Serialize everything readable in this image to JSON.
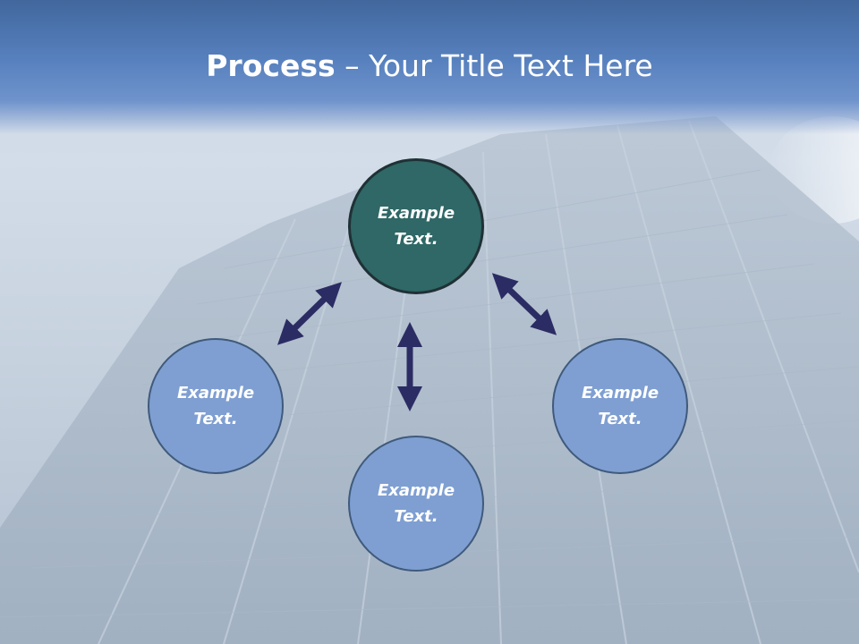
{
  "slide": {
    "title_bold": "Process",
    "title_rest": " – Your Title Text Here"
  },
  "diagram": {
    "center": {
      "line1": "Example",
      "line2": "Text."
    },
    "left": {
      "line1": "Example",
      "line2": "Text."
    },
    "right": {
      "line1": "Example",
      "line2": "Text."
    },
    "bottom": {
      "line1": "Example",
      "line2": "Text."
    }
  },
  "colors": {
    "title_band": "#5781be",
    "center_node": "#2f6866",
    "outer_node": "#7f9fd2",
    "arrow": "#2c2c64"
  }
}
